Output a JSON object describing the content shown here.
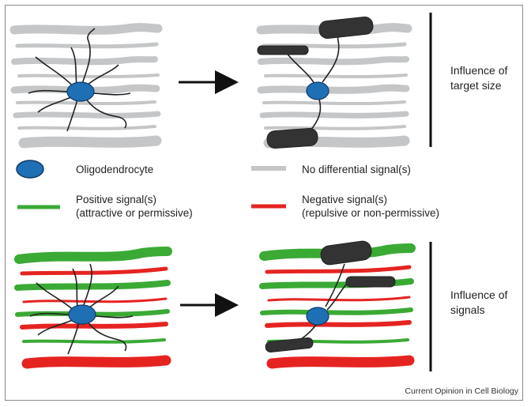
{
  "side_labels": {
    "target_size": [
      "Influence of",
      "target size"
    ],
    "signals": [
      "Influence of",
      "signals"
    ]
  },
  "legend": {
    "oligodendrocyte": "Oligodendrocyte",
    "no_signal": "No differential signal(s)",
    "positive": [
      "Positive signal(s)",
      "(attractive or permissive)"
    ],
    "negative": [
      "Negative signal(s)",
      "(repulsive or non-permissive)"
    ]
  },
  "credit": "Current Opinion in Cell Biology",
  "colors": {
    "axon_gray": "#c4c6c8",
    "positive_green": "#3aaa35",
    "negative_red": "#e52421",
    "cell_blue": "#1f6fb5",
    "myelin_dark": "#333333",
    "process_line": "#222222"
  },
  "icons": [
    "oligodendrocyte-icon",
    "arrow-right-icon",
    "myelin-segment-icon"
  ]
}
